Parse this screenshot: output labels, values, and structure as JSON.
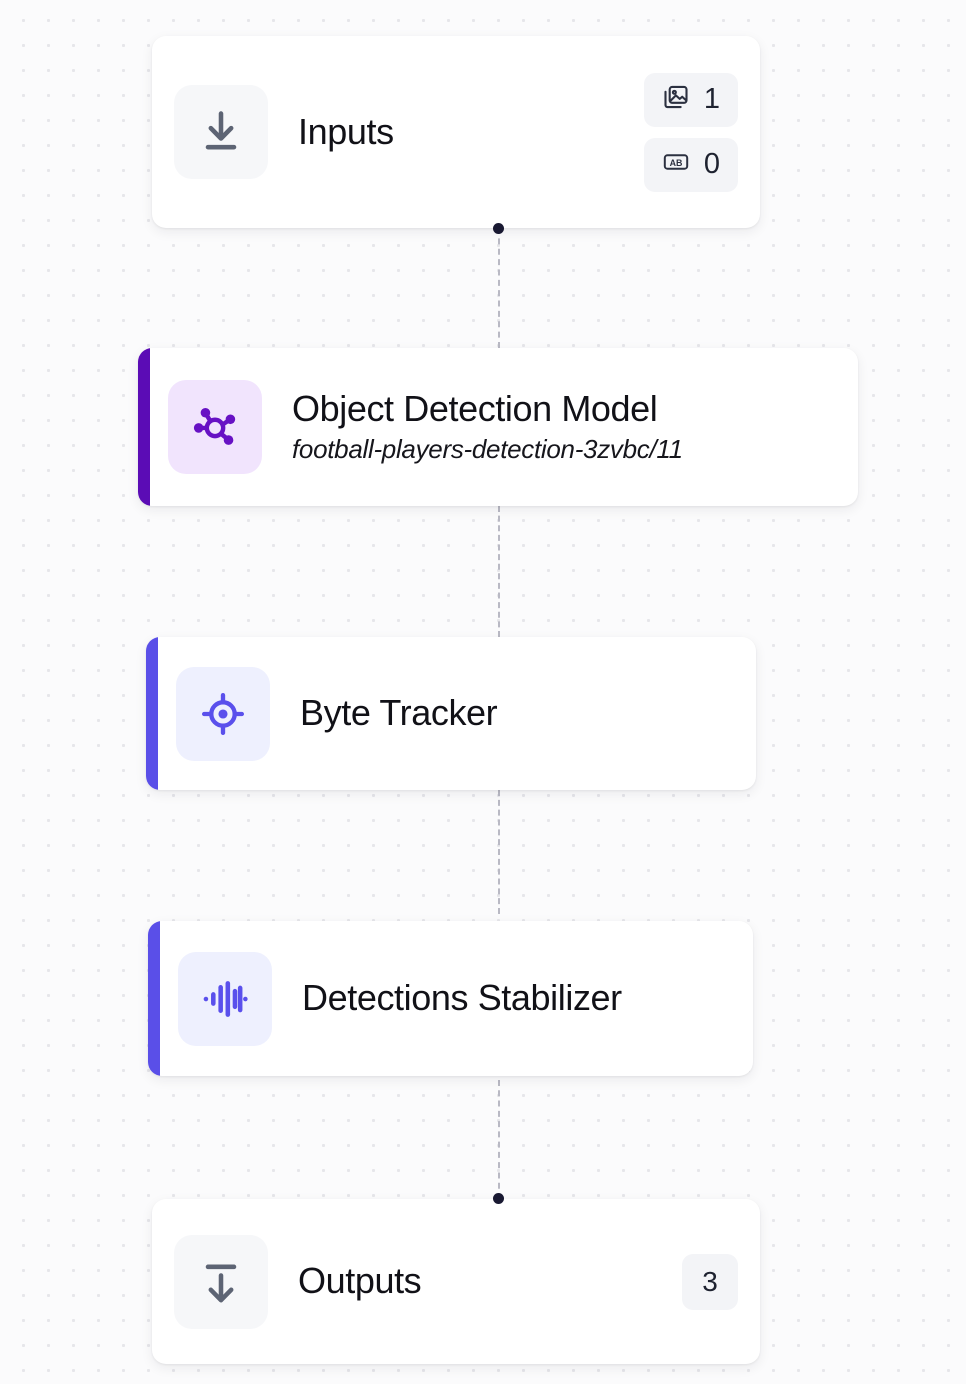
{
  "canvas": {
    "background_color": "#fbfbfc",
    "grid_dot_color": "#e6e6ea",
    "edge_color": "#b9b9c4",
    "connector_dot_color": "#191932"
  },
  "nodes": [
    {
      "id": "inputs",
      "title": "Inputs",
      "icon": "download-arrow-icon",
      "icon_tile_color": "#f6f7f9",
      "icon_color": "#5d6474",
      "accent_color": null,
      "badges": [
        {
          "icon": "images-icon",
          "count": "1"
        },
        {
          "icon": "ab-text-icon",
          "count": "0"
        }
      ]
    },
    {
      "id": "object-detection-model",
      "title": "Object Detection Model",
      "subtitle": "football-players-detection-3zvbc/11",
      "icon": "network-nodes-icon",
      "icon_tile_color": "#f1e4fd",
      "icon_color": "#6711c4",
      "accent_color": "#5b0cb5",
      "badges": []
    },
    {
      "id": "byte-tracker",
      "title": "Byte Tracker",
      "icon": "crosshair-target-icon",
      "icon_tile_color": "#eef0fe",
      "icon_color": "#5a50ec",
      "accent_color": "#5a4fe8",
      "badges": []
    },
    {
      "id": "detections-stabilizer",
      "title": "Detections Stabilizer",
      "icon": "audio-waveform-icon",
      "icon_tile_color": "#eef0fe",
      "icon_color": "#5a50ec",
      "accent_color": "#5a4fe8",
      "badges": []
    },
    {
      "id": "outputs",
      "title": "Outputs",
      "icon": "upload-arrow-icon",
      "icon_tile_color": "#f6f7f9",
      "icon_color": "#5d6474",
      "accent_color": null,
      "badges": [
        {
          "icon": null,
          "count": "3"
        }
      ]
    }
  ]
}
